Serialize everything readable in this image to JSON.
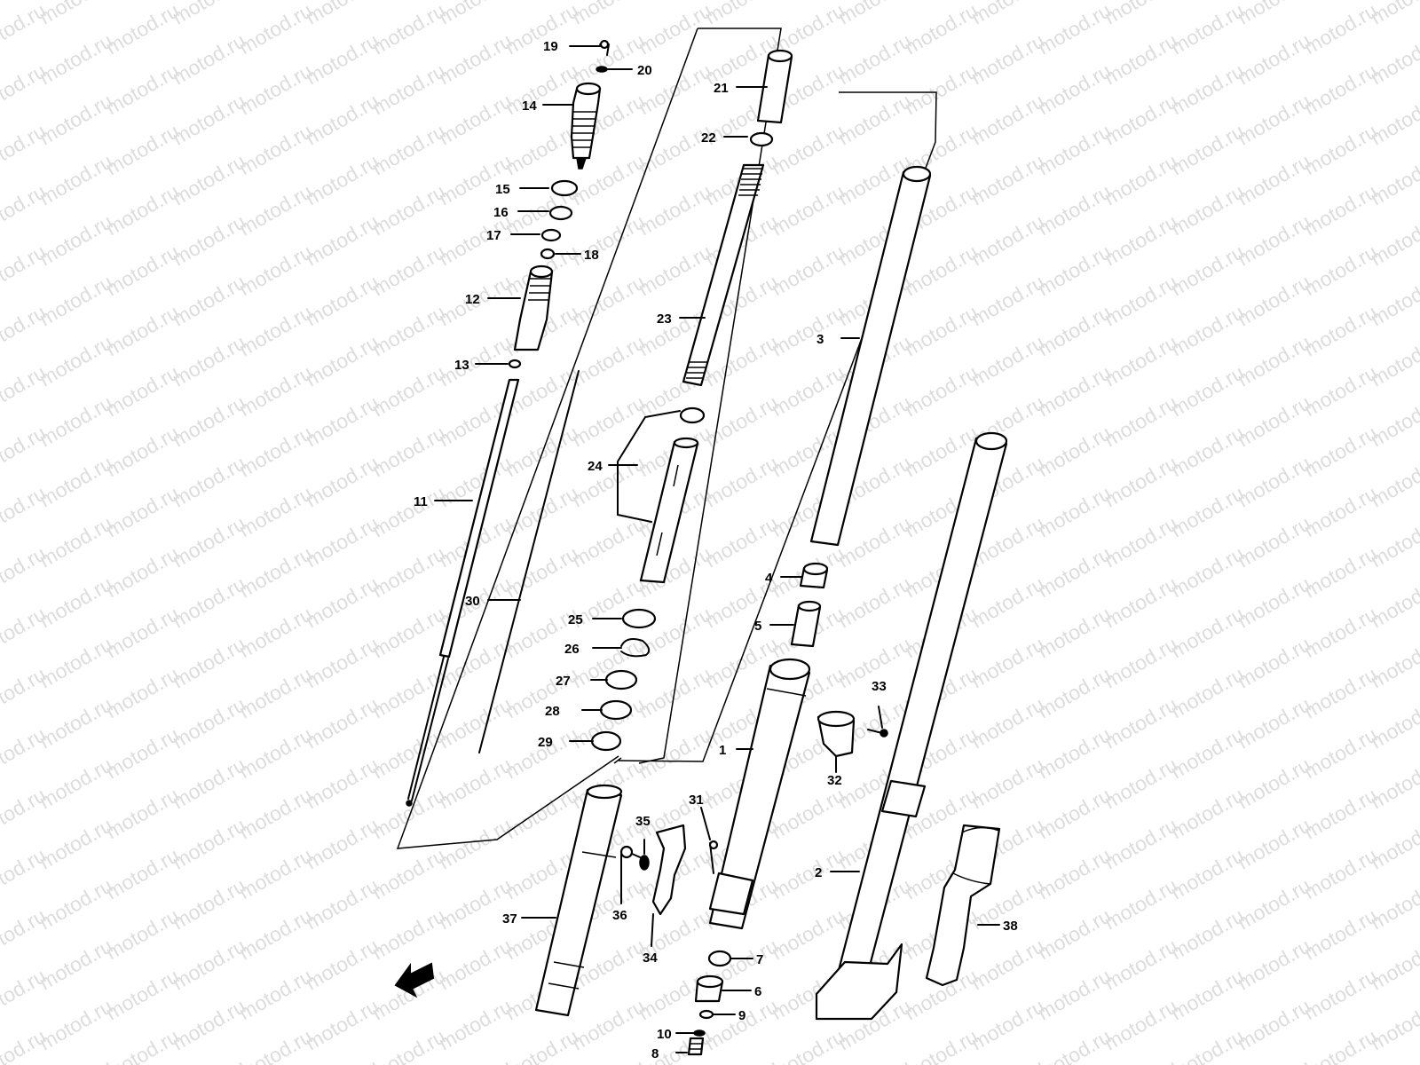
{
  "watermark": "motod.ru",
  "parts": {
    "p1": "1",
    "p2": "2",
    "p3": "3",
    "p4": "4",
    "p5": "5",
    "p6": "6",
    "p7": "7",
    "p8": "8",
    "p9": "9",
    "p10": "10",
    "p11": "11",
    "p12": "12",
    "p13": "13",
    "p14": "14",
    "p15": "15",
    "p16": "16",
    "p17": "17",
    "p18": "18",
    "p19": "19",
    "p20": "20",
    "p21": "21",
    "p22": "22",
    "p23": "23",
    "p24": "24",
    "p25": "25",
    "p26": "26",
    "p27": "27",
    "p28": "28",
    "p29": "29",
    "p30": "30",
    "p31": "31",
    "p32": "32",
    "p33": "33",
    "p34": "34",
    "p35": "35",
    "p36": "36",
    "p37": "37",
    "p38": "38"
  }
}
